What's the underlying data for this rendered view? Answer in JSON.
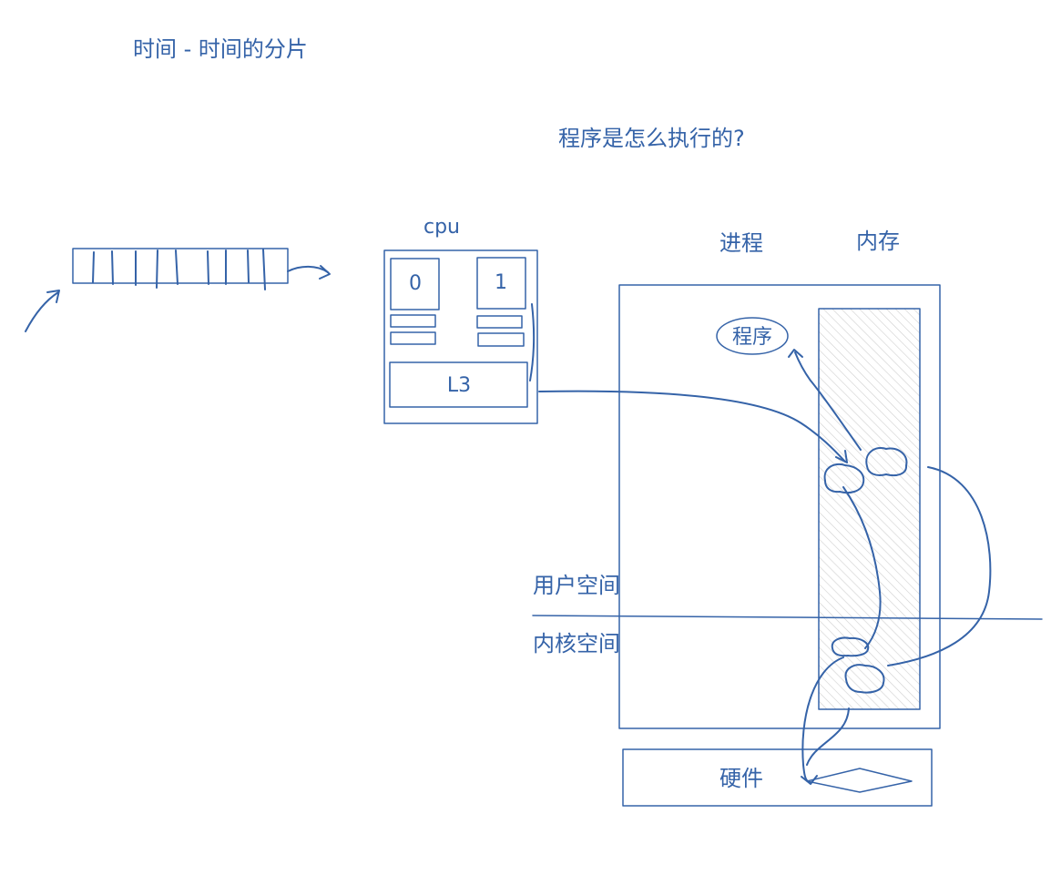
{
  "texts": {
    "title_time": "时间 - 时间的分片",
    "title_question": "程序是怎么执行的?",
    "cpu": "cpu",
    "core0": "0",
    "core1": "1",
    "l3": "L3",
    "process": "进程",
    "memory": "内存",
    "program": "程序",
    "user_space": "用户空间",
    "kernel_space": "内核空间",
    "hardware": "硬件"
  },
  "colors": {
    "ink": "#3563a8",
    "hatch": "#c9c9c9",
    "background": "#ffffff"
  }
}
